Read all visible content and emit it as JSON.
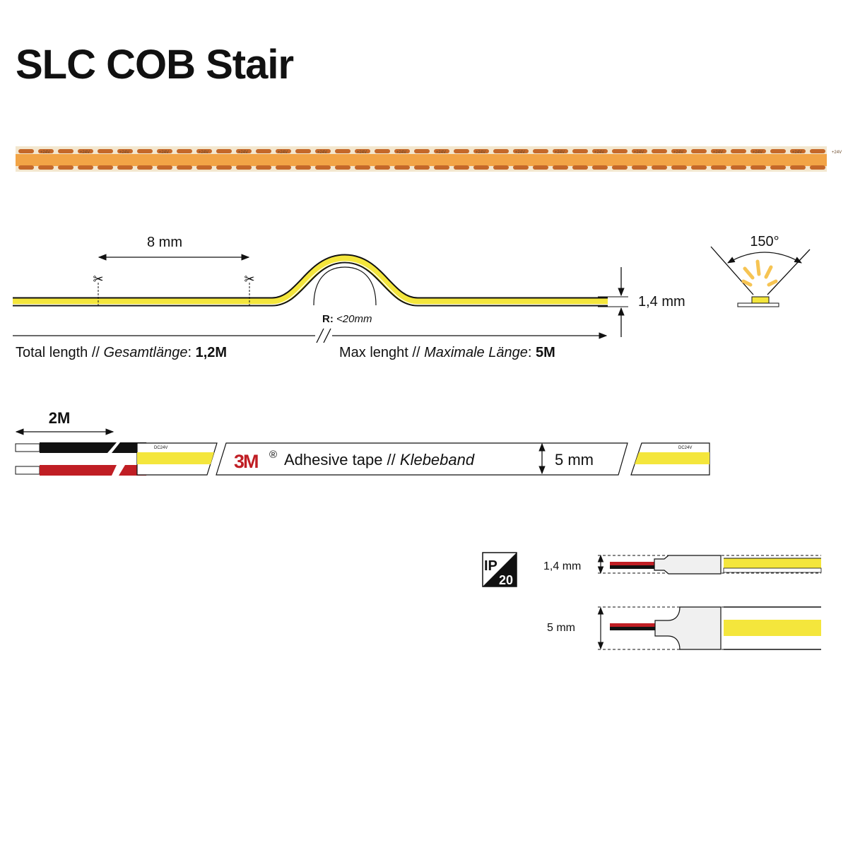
{
  "title": "SLC COB Stair",
  "strip": {
    "voltage_label": "+24V",
    "colors": {
      "base": "#f3e7cf",
      "led": "#f2a446",
      "chip": "#c4682a",
      "strip_yellow": "#f4e63c",
      "black": "#111111",
      "red": "#c01e24"
    }
  },
  "profile": {
    "cut_distance": "8 mm",
    "thickness": "1,4 mm",
    "radius_label": "R:",
    "radius_value": "<20mm",
    "total_length_label": "Total length",
    "total_length_sep": " // ",
    "total_length_de": "Gesamtlänge",
    "total_length_colon": ": ",
    "total_length_value": "1,2M",
    "max_length_label": "Max lenght",
    "max_length_sep": " // ",
    "max_length_de": "Maximale Länge",
    "max_length_colon": ": ",
    "max_length_value": "5M"
  },
  "beam": {
    "angle": "150°"
  },
  "cable": {
    "length": "2M",
    "pcb_label": "DC24V",
    "brand": "3M",
    "registered": "®",
    "tape_label": "Adhesive tape",
    "tape_sep": " // ",
    "tape_de": "Klebeband",
    "width": "5 mm"
  },
  "ip": {
    "top": "IP",
    "bottom": "20"
  },
  "connector": {
    "height": "1,4 mm",
    "width": "5 mm"
  }
}
